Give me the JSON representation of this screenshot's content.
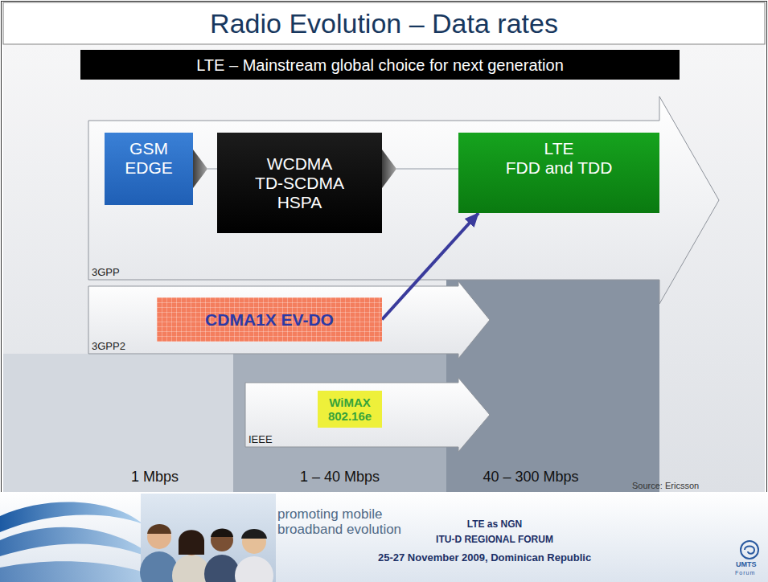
{
  "diagram": {
    "title": "Radio Evolution – Data rates",
    "nodes": [
      {
        "text": [
          "LTE – Mainstream global choice for next generation"
        ]
      },
      {
        "text": [
          "3GPP"
        ]
      },
      {
        "text": [
          "GSM EDGE"
        ],
        "in": 1
      },
      {
        "text": [
          "WCDMA TD-SCDMA HSPA"
        ],
        "in": 1
      },
      {
        "text": [
          "LTE",
          "FDD and TDD"
        ],
        "in": 1
      },
      {
        "text": [
          "3GPP2"
        ]
      },
      {
        "text": [
          "CDMA1X EV-DO"
        ],
        "in": 5
      },
      {
        "text": [
          "IEEE"
        ]
      },
      {
        "text": [
          "WiMAX 802.16e"
        ],
        "in": 7
      }
    ],
    "edges": [
      {
        "from": 2,
        "to": 3,
        "arrow": "to"
      },
      {
        "from": 3,
        "to": 4,
        "arrow": "to"
      },
      {
        "from": 6,
        "to": 4,
        "arrow": "to"
      }
    ],
    "labels": [
      "1 Mbps",
      "1 – 40 Mbps",
      "40 – 300 Mbps",
      "Source: Ericsson",
      "promoting mobile broadband evolution",
      "LTE as NGN",
      "ITU-D REGIONAL FORUM",
      "25-27 November 2009, Dominican Republic",
      "UMTS",
      "Forum"
    ]
  }
}
